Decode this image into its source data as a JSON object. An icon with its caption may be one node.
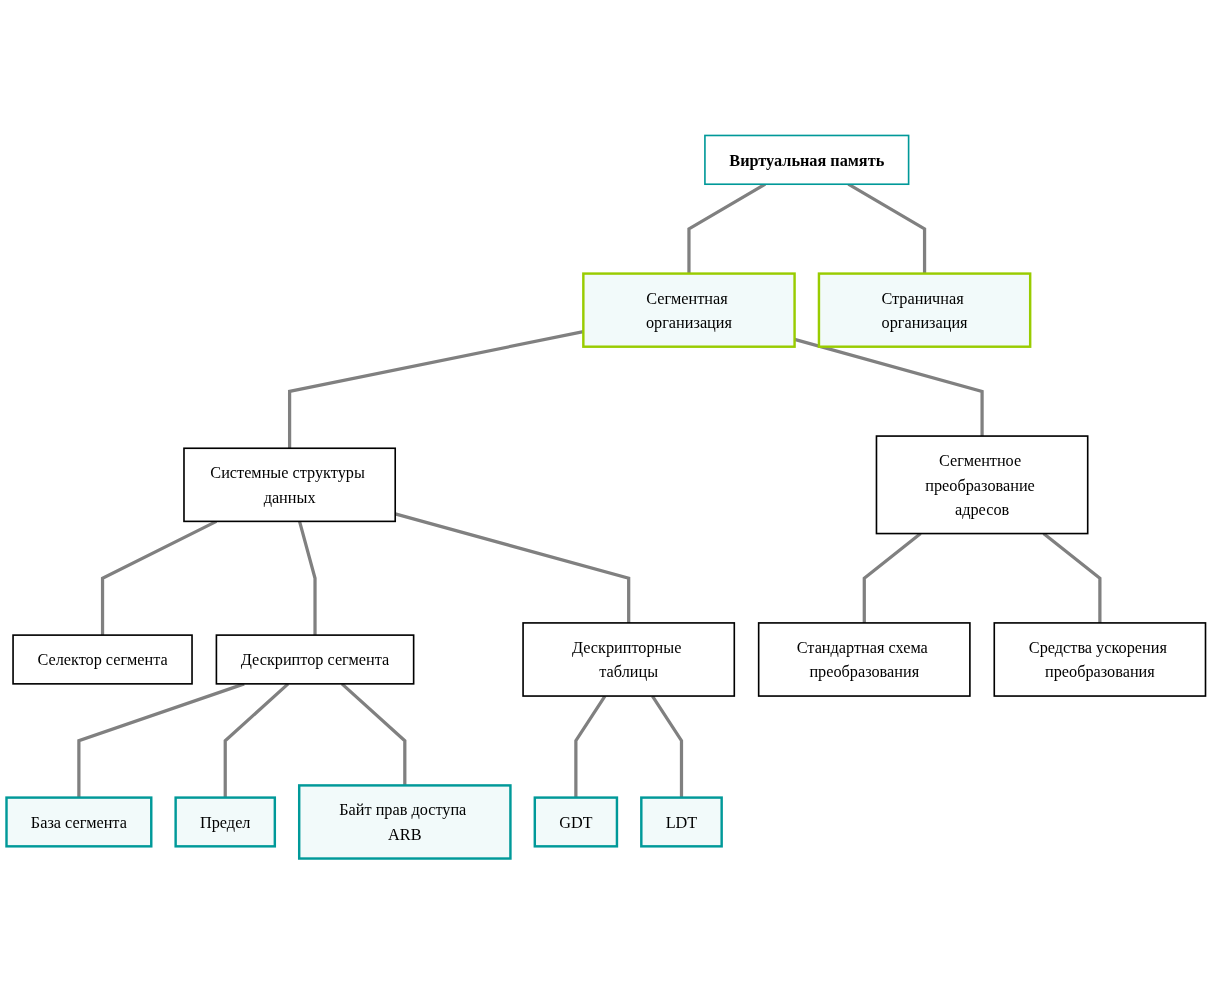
{
  "diagram": {
    "nodes": [
      {
        "text": [
          "Виртуальная память"
        ]
      },
      {
        "text": [
          "Сегментная организация"
        ]
      },
      {
        "text": [
          "Страничная организация"
        ]
      },
      {
        "text": [
          "Системные структуры данных"
        ]
      },
      {
        "text": [
          "Сегментное преобразование адресов"
        ]
      },
      {
        "text": [
          "Селектор сегмента"
        ]
      },
      {
        "text": [
          "Дескриптор сегмента"
        ]
      },
      {
        "text": [
          "Дескрипторные таблицы"
        ]
      },
      {
        "text": [
          "Стандартная схема преобразования"
        ]
      },
      {
        "text": [
          "Средства ускорения преобразования"
        ]
      },
      {
        "text": [
          "База сегмента"
        ]
      },
      {
        "text": [
          "Предел"
        ]
      },
      {
        "text": [
          "Байт прав доступа ARB"
        ]
      },
      {
        "text": [
          "GDT"
        ]
      },
      {
        "text": [
          "LDT"
        ]
      }
    ],
    "edges": [
      {
        "from": 0,
        "to": 1,
        "arrow": "none"
      },
      {
        "from": 0,
        "to": 2,
        "arrow": "none"
      },
      {
        "from": 1,
        "to": 3,
        "arrow": "none"
      },
      {
        "from": 1,
        "to": 4,
        "arrow": "none"
      },
      {
        "from": 3,
        "to": 5,
        "arrow": "none"
      },
      {
        "from": 3,
        "to": 6,
        "arrow": "none"
      },
      {
        "from": 3,
        "to": 7,
        "arrow": "none"
      },
      {
        "from": 4,
        "to": 8,
        "arrow": "none"
      },
      {
        "from": 4,
        "to": 9,
        "arrow": "none"
      },
      {
        "from": 6,
        "to": 10,
        "arrow": "none"
      },
      {
        "from": 6,
        "to": 11,
        "arrow": "none"
      },
      {
        "from": 6,
        "to": 12,
        "arrow": "none"
      },
      {
        "from": 7,
        "to": 13,
        "arrow": "none"
      },
      {
        "from": 7,
        "to": 14,
        "arrow": "none"
      }
    ]
  }
}
